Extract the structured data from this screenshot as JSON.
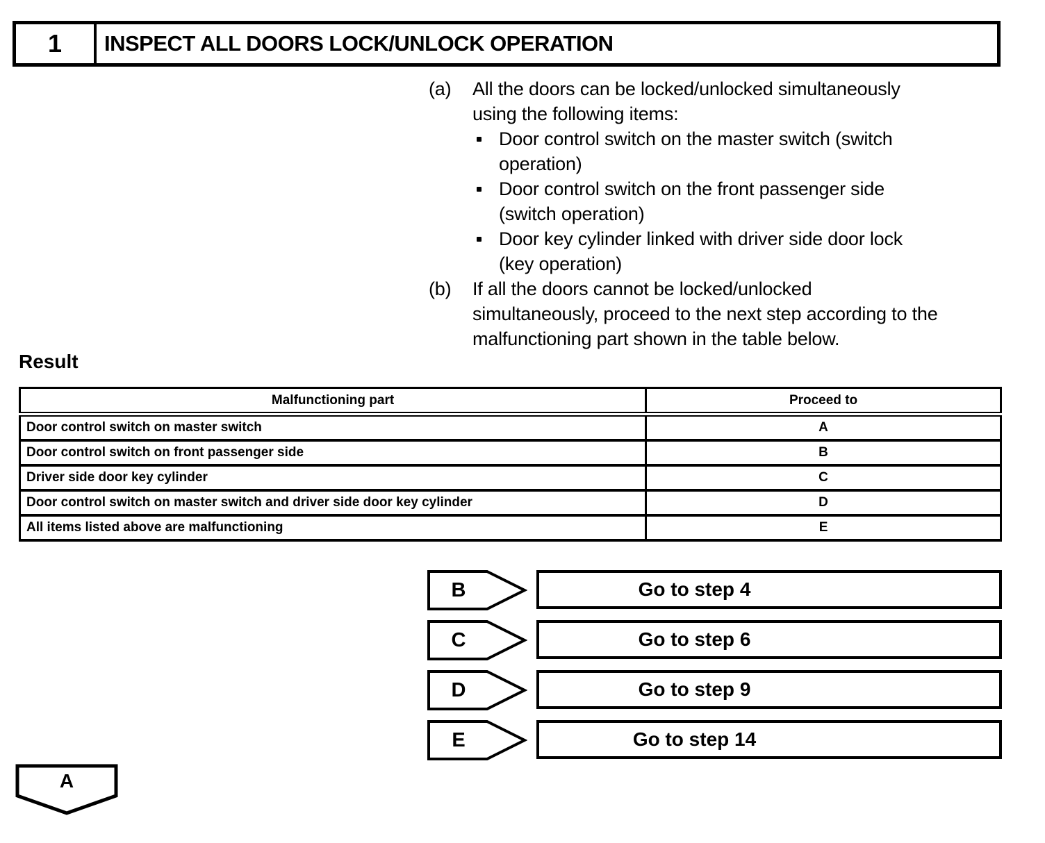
{
  "step": {
    "number": "1",
    "title": "INSPECT ALL DOORS LOCK/UNLOCK OPERATION"
  },
  "instructions": {
    "a": {
      "label": "(a)",
      "lines": [
        "All the doors can be locked/unlocked simultaneously",
        "using the following items:"
      ],
      "bullets": [
        {
          "lines": [
            "Door control switch on the master switch (switch",
            "operation)"
          ]
        },
        {
          "lines": [
            "Door control switch on the front passenger side",
            "(switch operation)"
          ]
        },
        {
          "lines": [
            "Door key cylinder linked with driver side door lock",
            "(key operation)"
          ]
        }
      ]
    },
    "b": {
      "label": "(b)",
      "lines": [
        "If all the doors cannot be locked/unlocked",
        "simultaneously, proceed to the next step according to the",
        "malfunctioning part shown in the table below."
      ]
    }
  },
  "result": {
    "heading": "Result",
    "table": {
      "headers": [
        "Malfunctioning part",
        "Proceed to"
      ],
      "rows": [
        {
          "part": "Door control switch on master switch",
          "proceed": "A"
        },
        {
          "part": "Door control switch on front passenger side",
          "proceed": "B"
        },
        {
          "part": "Driver side door key cylinder",
          "proceed": "C"
        },
        {
          "part": "Door control switch on master switch and driver side door key cylinder",
          "proceed": "D"
        },
        {
          "part": "All items listed above are malfunctioning",
          "proceed": "E"
        }
      ]
    }
  },
  "branches": [
    {
      "label": "B",
      "action": "Go to step 4"
    },
    {
      "label": "C",
      "action": "Go to step 6"
    },
    {
      "label": "D",
      "action": "Go to step 9"
    },
    {
      "label": "E",
      "action": "Go to step 14"
    }
  ],
  "connector": {
    "label": "A"
  },
  "colors": {
    "ink": "#000000",
    "paper": "#ffffff"
  }
}
